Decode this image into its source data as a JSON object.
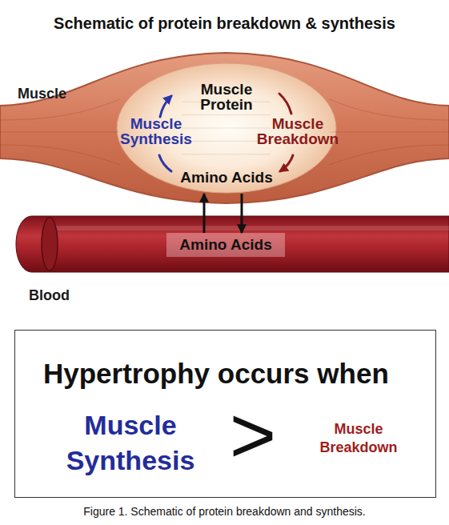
{
  "diagram": {
    "title": "Schematic of protein breakdown & synthesis",
    "caption": "Figure 1. Schematic of protein breakdown and synthesis.",
    "nodes": [
      {
        "text": [
          "Muscle"
        ]
      },
      {
        "text": [
          "Muscle Protein",
          "Muscle Synthesis",
          "Muscle Breakdown",
          "Amino Acids"
        ],
        "in": 0
      },
      {
        "text": [
          "Blood"
        ]
      },
      {
        "text": [
          "Amino Acids"
        ],
        "in": 2
      },
      {
        "text": [
          "Hypertrophy occurs when",
          "Muscle Synthesis",
          ">",
          "Muscle Breakdown"
        ]
      }
    ],
    "edges": [
      {
        "from": 3,
        "to": 1,
        "arrow": "to"
      },
      {
        "from": 1,
        "to": 3,
        "arrow": "to"
      }
    ]
  }
}
